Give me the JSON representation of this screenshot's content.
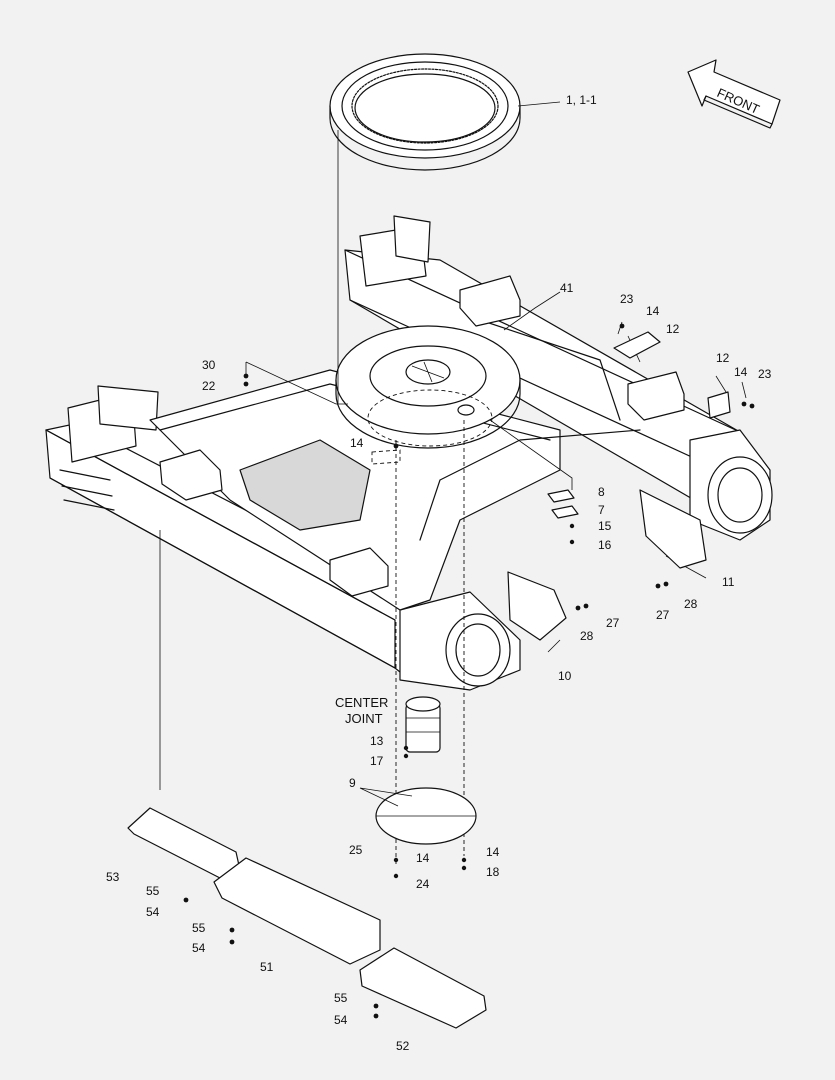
{
  "labels": {
    "ring": "1, 1-1",
    "front": "FRONT",
    "frame": "41",
    "p23a": "23",
    "p14a": "14",
    "p12a": "12",
    "p12b": "12",
    "p14b": "14",
    "p23b": "23",
    "p30": "30",
    "p22": "22",
    "p14c": "14",
    "p8": "8",
    "p7": "7",
    "p15": "15",
    "p16": "16",
    "p11": "11",
    "p27a": "27",
    "p28a": "28",
    "p28b": "28",
    "p27b": "27",
    "p10": "10",
    "center": "CENTER",
    "joint": "JOINT",
    "p13": "13",
    "p17": "17",
    "p9": "9",
    "p25": "25",
    "p14d": "14",
    "p24": "24",
    "p14e": "14",
    "p18": "18",
    "p53": "53",
    "p55a": "55",
    "p54a": "54",
    "p55b": "55",
    "p54b": "54",
    "p51": "51",
    "p55c": "55",
    "p54c": "54",
    "p52": "52"
  }
}
